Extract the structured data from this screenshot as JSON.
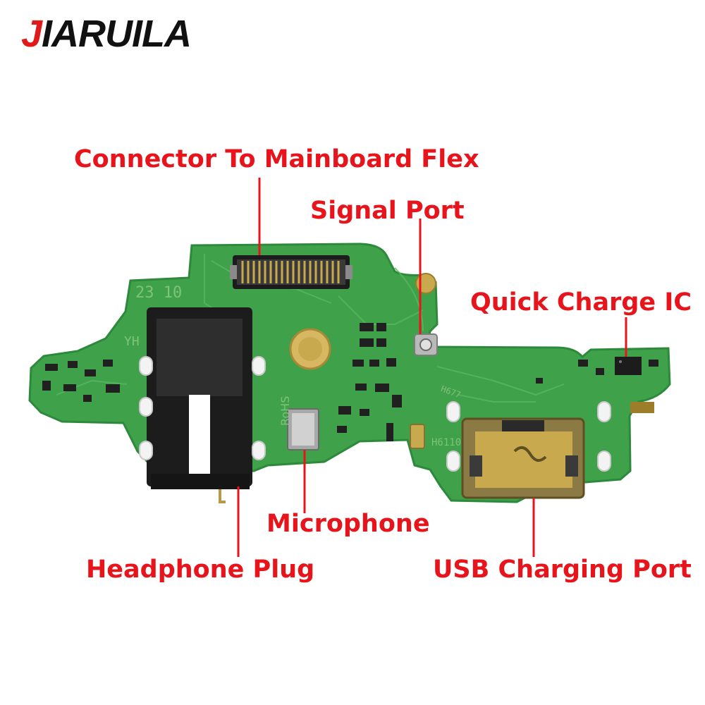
{
  "brand": {
    "first_letter": "J",
    "rest": "IARUILA",
    "accent_color": "#e01a1a",
    "text_color": "#111111"
  },
  "labels": {
    "connector": "Connector To Mainboard Flex",
    "signal_port": "Signal Port",
    "quick_charge": "Quick Charge IC",
    "microphone": "Microphone",
    "headphone": "Headphone Plug",
    "usb": "USB Charging Port"
  },
  "board_marks": {
    "date_code": "23 10",
    "side_mark": "YH",
    "rohs": "RoHS",
    "chip_code": "H6110",
    "small_code": "H677"
  },
  "colors": {
    "label": "#e8141c",
    "pcb": "#3fa14a",
    "pcb_dark": "#2d8a3c",
    "gold": "#c9a94e",
    "connector_black": "#1c1c1c"
  }
}
